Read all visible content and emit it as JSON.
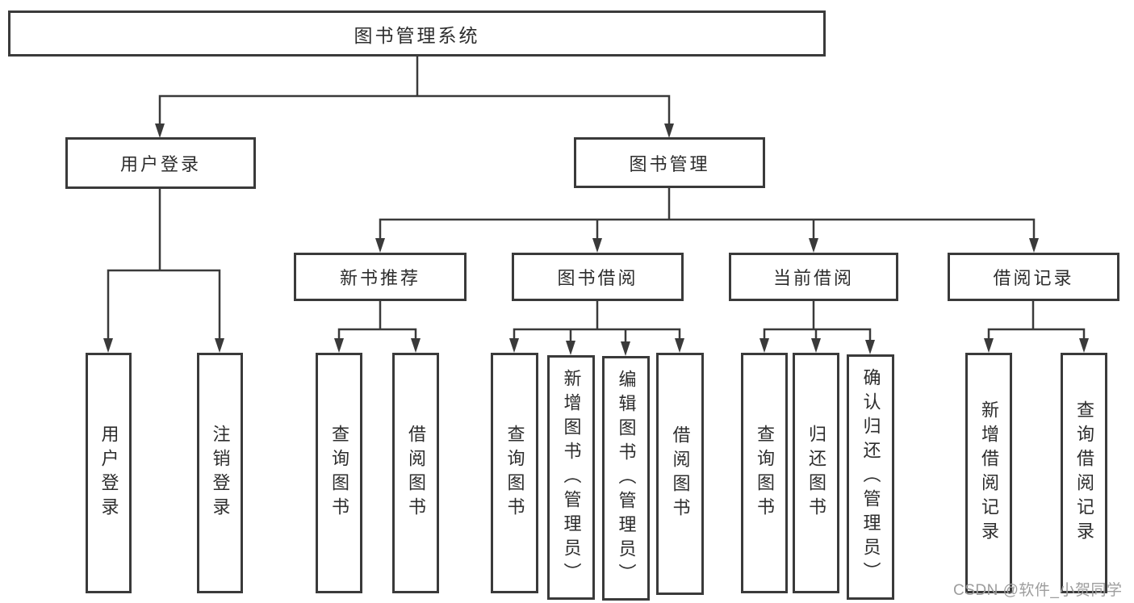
{
  "tree": {
    "label": "图书管理系统",
    "children": [
      {
        "label": "用户登录",
        "children": [
          {
            "label": "用户登录"
          },
          {
            "label": "注销登录"
          }
        ]
      },
      {
        "label": "图书管理",
        "children": [
          {
            "label": "新书推荐",
            "children": [
              {
                "label": "查询图书"
              },
              {
                "label": "借阅图书"
              }
            ]
          },
          {
            "label": "图书借阅",
            "children": [
              {
                "label": "查询图书"
              },
              {
                "label": "新增图书（管理员）"
              },
              {
                "label": "编辑图书（管理员）"
              },
              {
                "label": "借阅图书"
              }
            ]
          },
          {
            "label": "当前借阅",
            "children": [
              {
                "label": "查询图书"
              },
              {
                "label": "归还图书"
              },
              {
                "label": "确认归还（管理员）"
              }
            ]
          },
          {
            "label": "借阅记录",
            "children": [
              {
                "label": "新增借阅记录"
              },
              {
                "label": "查询借阅记录"
              }
            ]
          }
        ]
      }
    ]
  },
  "watermark": "CSDN @软件_小贺同学",
  "colors": {
    "line": "#3a3a3a",
    "box_border": "#3a3a3a",
    "text": "#2d2d2d",
    "watermark": "#9d9d9d",
    "background": "#ffffff"
  }
}
